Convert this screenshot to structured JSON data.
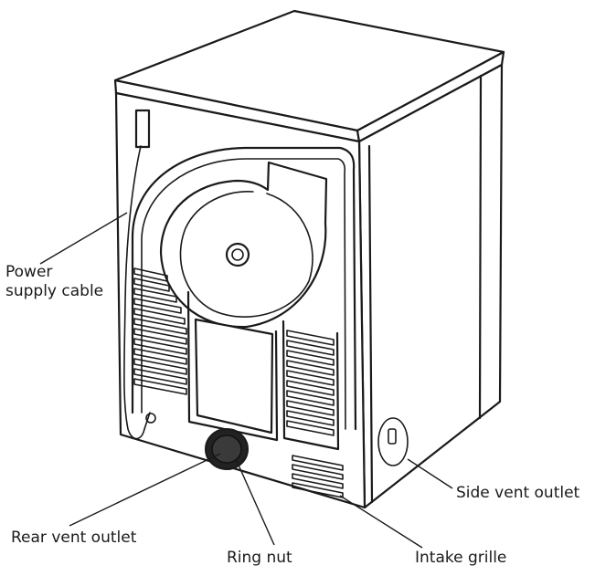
{
  "labels": {
    "power_line1": "Power",
    "power_line2": "supply cable",
    "side_vent": "Side vent outlet",
    "rear_vent": "Rear vent outlet",
    "ring_nut": "Ring nut",
    "intake_grille": "Intake grille"
  }
}
